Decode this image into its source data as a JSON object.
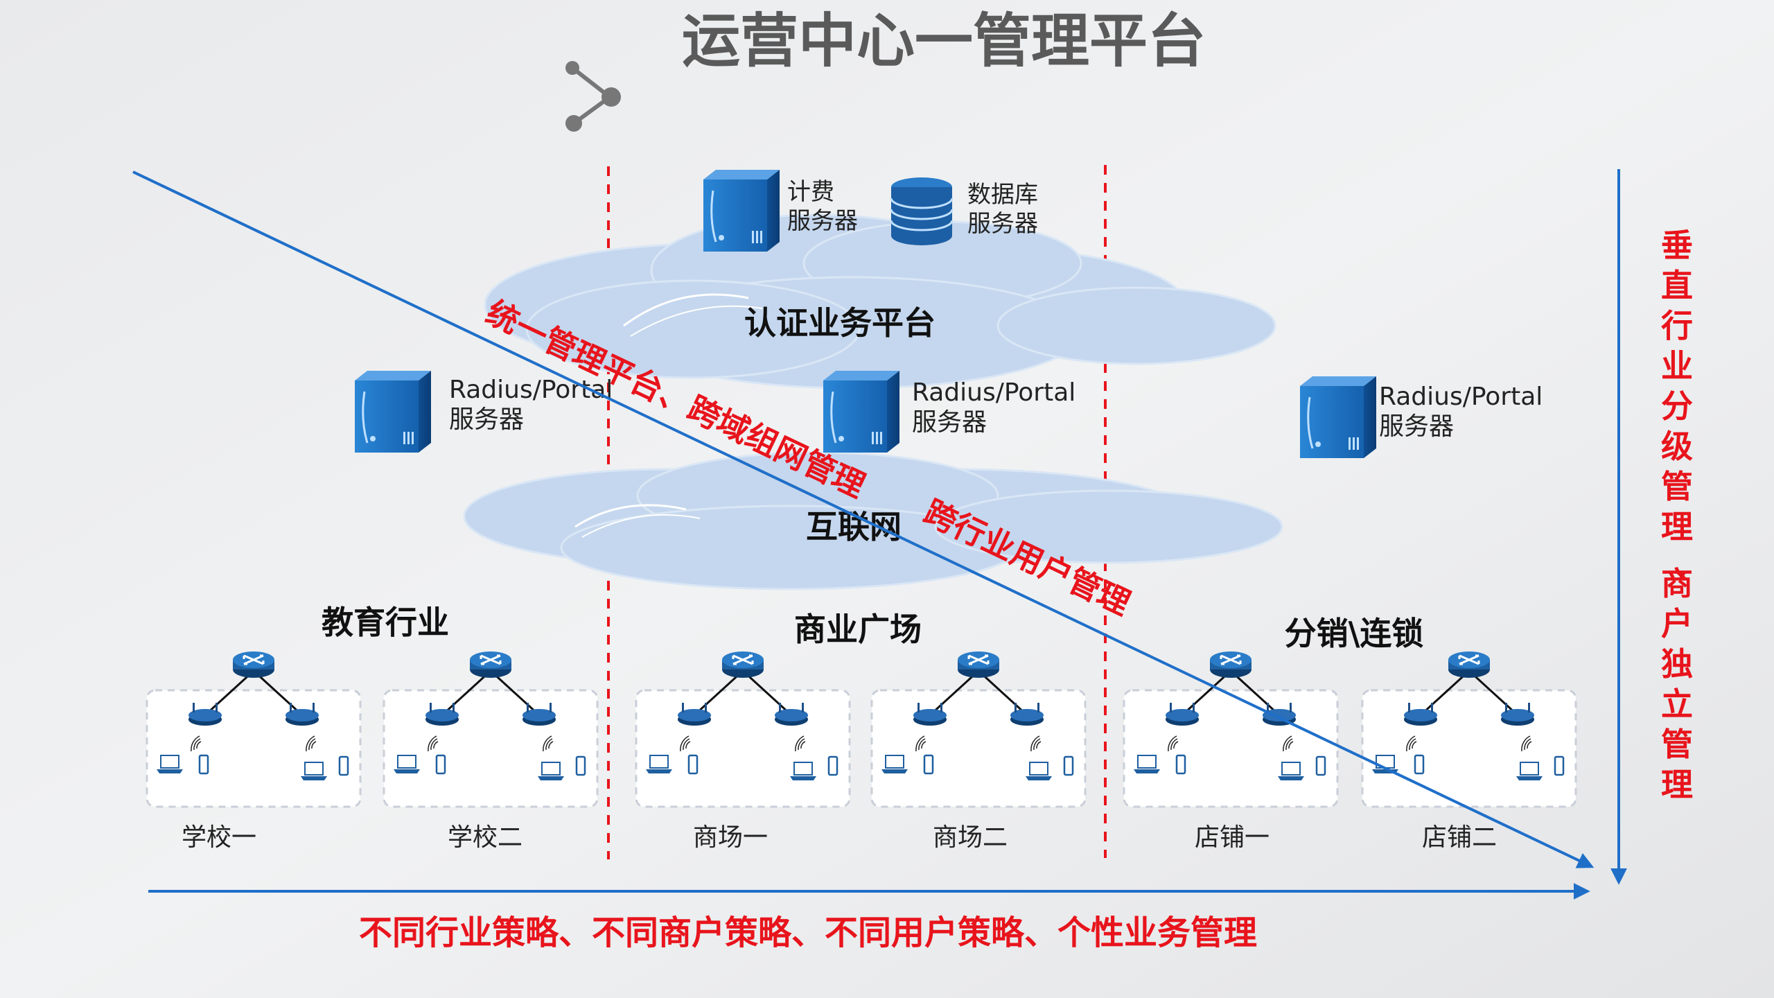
{
  "title": "运营中心一管理平台",
  "servers_top": {
    "billing_line1": "计费",
    "billing_line2": "服务器",
    "db_line1": "数据库",
    "db_line2": "服务器"
  },
  "clouds": {
    "auth": "认证业务平台",
    "internet": "互联网"
  },
  "radius": {
    "line1": "Radius/Portal",
    "line2": "服务器"
  },
  "diagonal_labels": {
    "part1": "统一管理平台、跨域组网管理",
    "part2": "跨行业用户管理"
  },
  "industries": [
    {
      "name": "教育行业",
      "sites": [
        "学校一",
        "学校二"
      ]
    },
    {
      "name": "商业广场",
      "sites": [
        "商场一",
        "商场二"
      ]
    },
    {
      "name": "分销\\连锁",
      "sites": [
        "店铺一",
        "店铺二"
      ]
    }
  ],
  "vertical_label": "垂直行业分级管理、商户独立管理",
  "bottom_label": "不同行业策略、不同商户策略、不同用户策略、个性业务管理",
  "colors": {
    "accent_red": "#E8141C",
    "line_blue": "#1F6FC9",
    "server_blue": "#1E73BE",
    "cloud": "#C5D7EE",
    "title_gray": "#5A5A5A"
  }
}
